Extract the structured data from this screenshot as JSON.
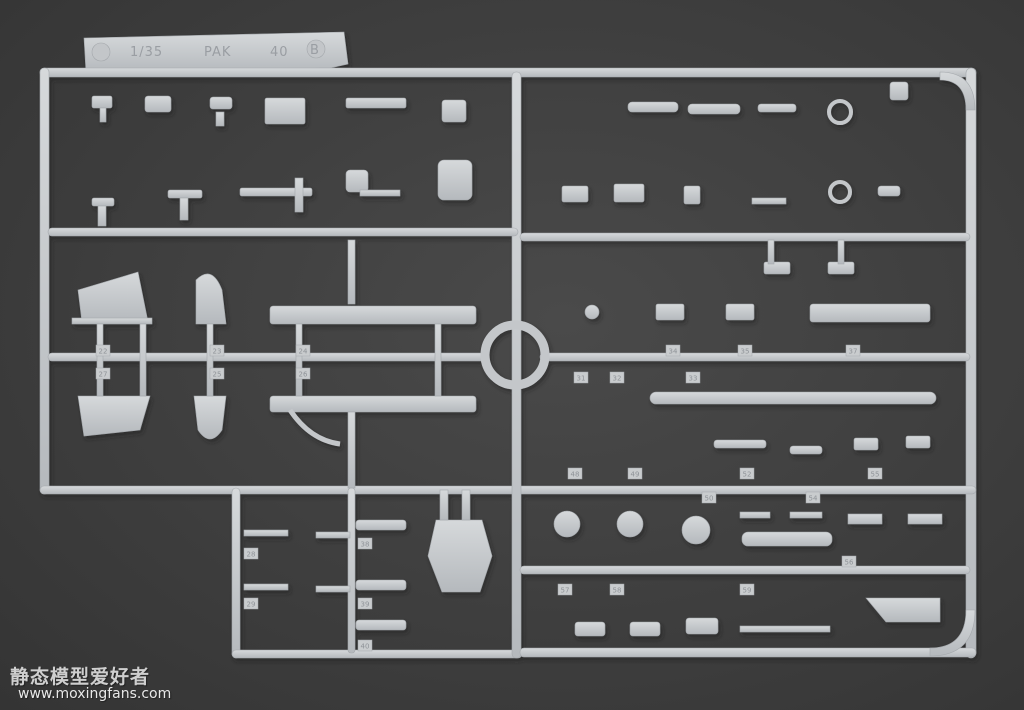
{
  "sprue": {
    "scale_label": "1/35",
    "kit_label": "PAK",
    "sprue_number": "40",
    "sprue_letter": "B"
  },
  "part_numbers": {
    "left_numbers": [
      "22",
      "23",
      "24",
      "25",
      "26",
      "27",
      "28",
      "29",
      "38",
      "39",
      "40"
    ],
    "right_numbers": [
      "31",
      "32",
      "33",
      "34",
      "35",
      "37",
      "48",
      "49",
      "50",
      "52",
      "54",
      "55",
      "56",
      "57",
      "58",
      "59"
    ]
  },
  "watermark": {
    "brand_cn": "静态模型爱好者",
    "url": "www.moxingfans.com"
  },
  "colors": {
    "background": "#3f3f3f",
    "plastic": "#c8cbce",
    "plastic_shadow": "#9fa3a7"
  }
}
